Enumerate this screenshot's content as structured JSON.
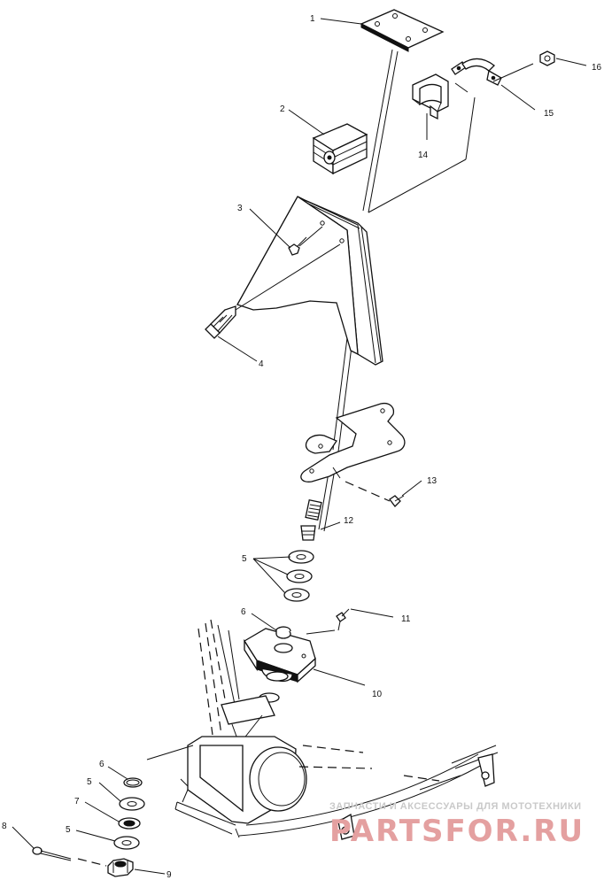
{
  "diagram": {
    "callouts": {
      "c1": "1",
      "c2": "2",
      "c3": "3",
      "c4": "4",
      "c5a": "5",
      "c6a": "6",
      "c10": "10",
      "c11": "11",
      "c12": "12",
      "c13": "13",
      "c14": "14",
      "c15": "15",
      "c16": "16",
      "c6b": "6",
      "c5b": "5",
      "c7": "7",
      "c8": "8",
      "c5c": "5",
      "c9": "9"
    },
    "watermark": {
      "tagline": "ЗАПЧАСТИ И АКСЕССУАРЫ ДЛЯ МОТОТЕХНИКИ",
      "brand": "PARTSFOR.RU"
    }
  }
}
